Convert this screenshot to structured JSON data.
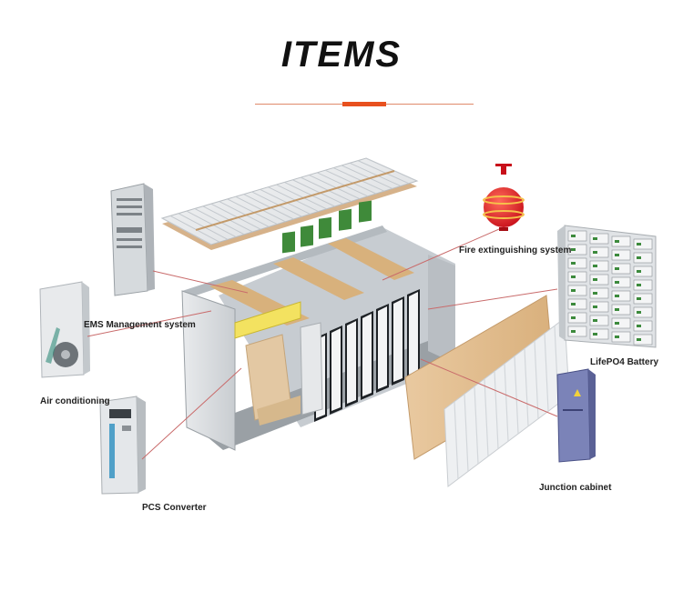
{
  "header": {
    "title": "ITEMS",
    "accent_color": "#e8501e"
  },
  "diagram": {
    "leader_color": "#c96b6b",
    "components": [
      {
        "id": "ems",
        "label": "EMS Management system",
        "icon": "server-cabinet-icon"
      },
      {
        "id": "air",
        "label": "Air conditioning",
        "icon": "air-conditioner-icon"
      },
      {
        "id": "pcs",
        "label": "PCS Converter",
        "icon": "inverter-cabinet-icon"
      },
      {
        "id": "fire",
        "label": "Fire extinguishing system",
        "icon": "fire-extinguisher-ball-icon"
      },
      {
        "id": "battery",
        "label": "LifePO4 Battery",
        "icon": "battery-rack-icon"
      },
      {
        "id": "junction",
        "label": "Junction cabinet",
        "icon": "junction-cabinet-icon"
      }
    ]
  }
}
